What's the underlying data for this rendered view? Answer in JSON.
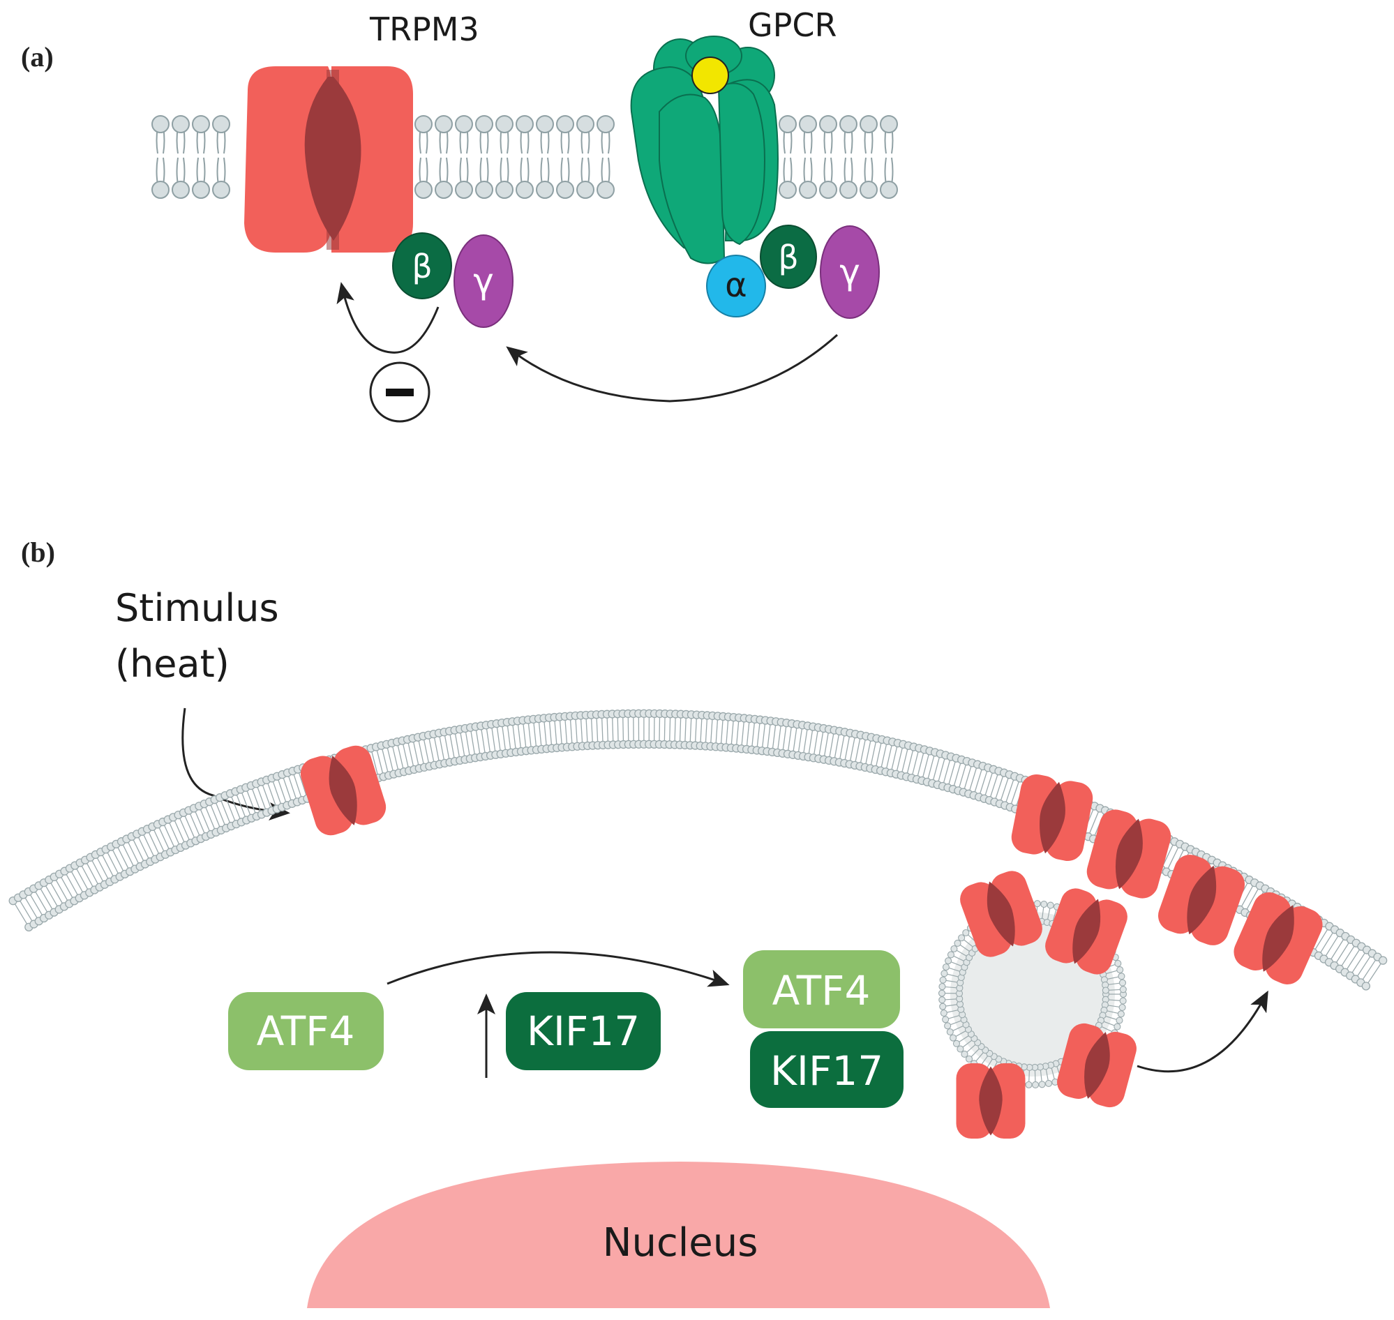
{
  "panels": {
    "a": {
      "label": "(a)",
      "trpm3_label": "TRPM3",
      "gpcr_label": "GPCR",
      "subunits": {
        "alpha": "α",
        "beta": "β",
        "gamma": "γ"
      },
      "inhibition_symbol": "−"
    },
    "b": {
      "label": "(b)",
      "stimulus_line1": "Stimulus",
      "stimulus_line2": "(heat)",
      "atf4": "ATF4",
      "kif17": "KIF17",
      "nucleus": "Nucleus"
    }
  },
  "colors": {
    "channel": "#f2605a",
    "channel_pore": "#9b3a3c",
    "gpcr": "#0fa878",
    "gpcr_ligand": "#f2e600",
    "g_alpha": "#22b8ea",
    "g_beta": "#0b6c44",
    "g_gamma": "#a64aa8",
    "atf4": "#8cc06a",
    "kif17": "#0c6e3e",
    "nucleus": "#f9a8a8",
    "lipid": "#d6dee0",
    "arrow": "#222222"
  }
}
